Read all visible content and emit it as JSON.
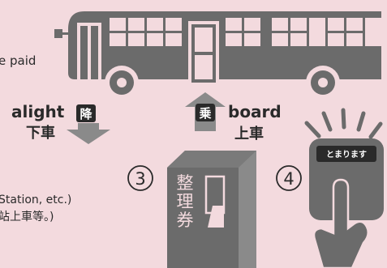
{
  "partial_text": {
    "paid_fragment": "e paid",
    "station_fragment": "Station, etc.)",
    "boarding_jp_fragment": "站上車等。)"
  },
  "bus": {
    "alight_en": "alight",
    "alight_jp": "下車",
    "alight_badge": "降",
    "board_en": "board",
    "board_jp": "上車",
    "board_badge": "乗"
  },
  "steps": {
    "step3_number": "3",
    "step4_number": "4"
  },
  "ticket_machine": {
    "label_chars": [
      "整",
      "理",
      "券"
    ]
  },
  "stop_button": {
    "label": "とまります"
  },
  "colors": {
    "background": "#f3dade",
    "gray": "#6b6b6b",
    "text_dark": "#2a2a2a"
  }
}
